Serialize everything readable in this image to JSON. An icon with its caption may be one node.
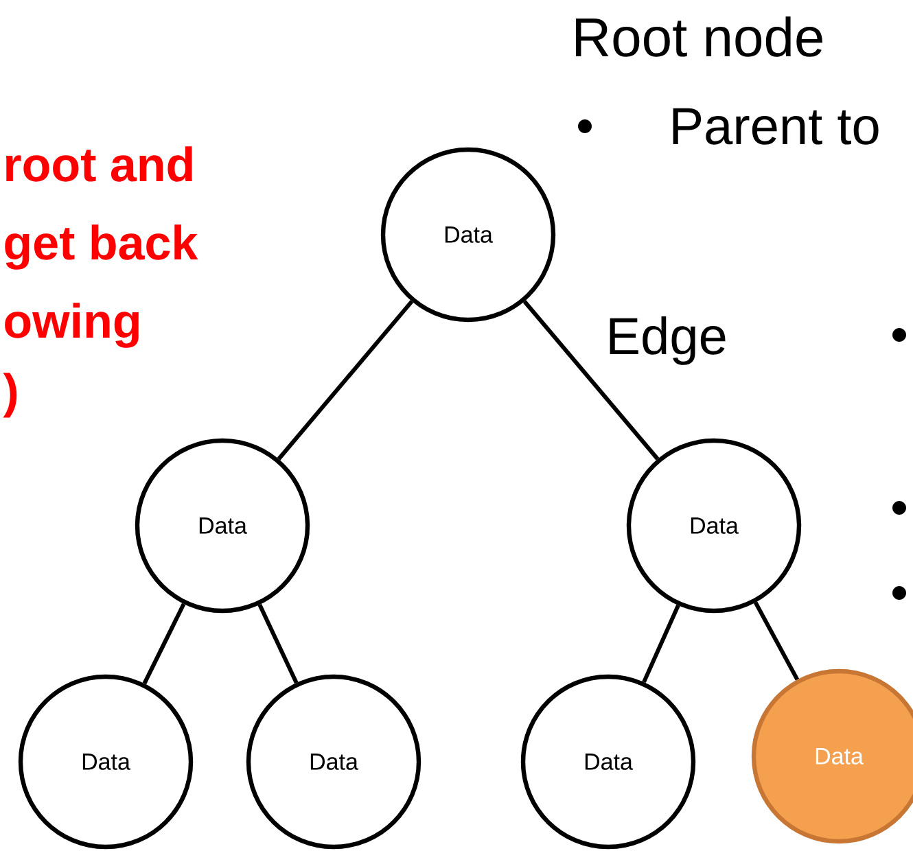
{
  "diagram": {
    "nodes": [
      {
        "text": [
          "Data"
        ]
      },
      {
        "text": [
          "Data"
        ]
      },
      {
        "text": [
          "Data"
        ]
      },
      {
        "text": [
          "Data"
        ]
      },
      {
        "text": [
          "Data"
        ]
      },
      {
        "text": [
          "Data"
        ]
      },
      {
        "text": [
          "Data"
        ]
      }
    ],
    "edges": [
      {
        "from": 0,
        "to": 1,
        "arrow": "none"
      },
      {
        "from": 0,
        "to": 2,
        "arrow": "none"
      },
      {
        "from": 1,
        "to": 3,
        "arrow": "none"
      },
      {
        "from": 1,
        "to": 4,
        "arrow": "none"
      },
      {
        "from": 2,
        "to": 5,
        "arrow": "none"
      },
      {
        "from": 2,
        "to": 6,
        "arrow": "none"
      }
    ],
    "labels": [
      "Root node",
      "Parent to",
      "root and",
      "get back",
      "owing",
      ")",
      "Edge"
    ]
  }
}
